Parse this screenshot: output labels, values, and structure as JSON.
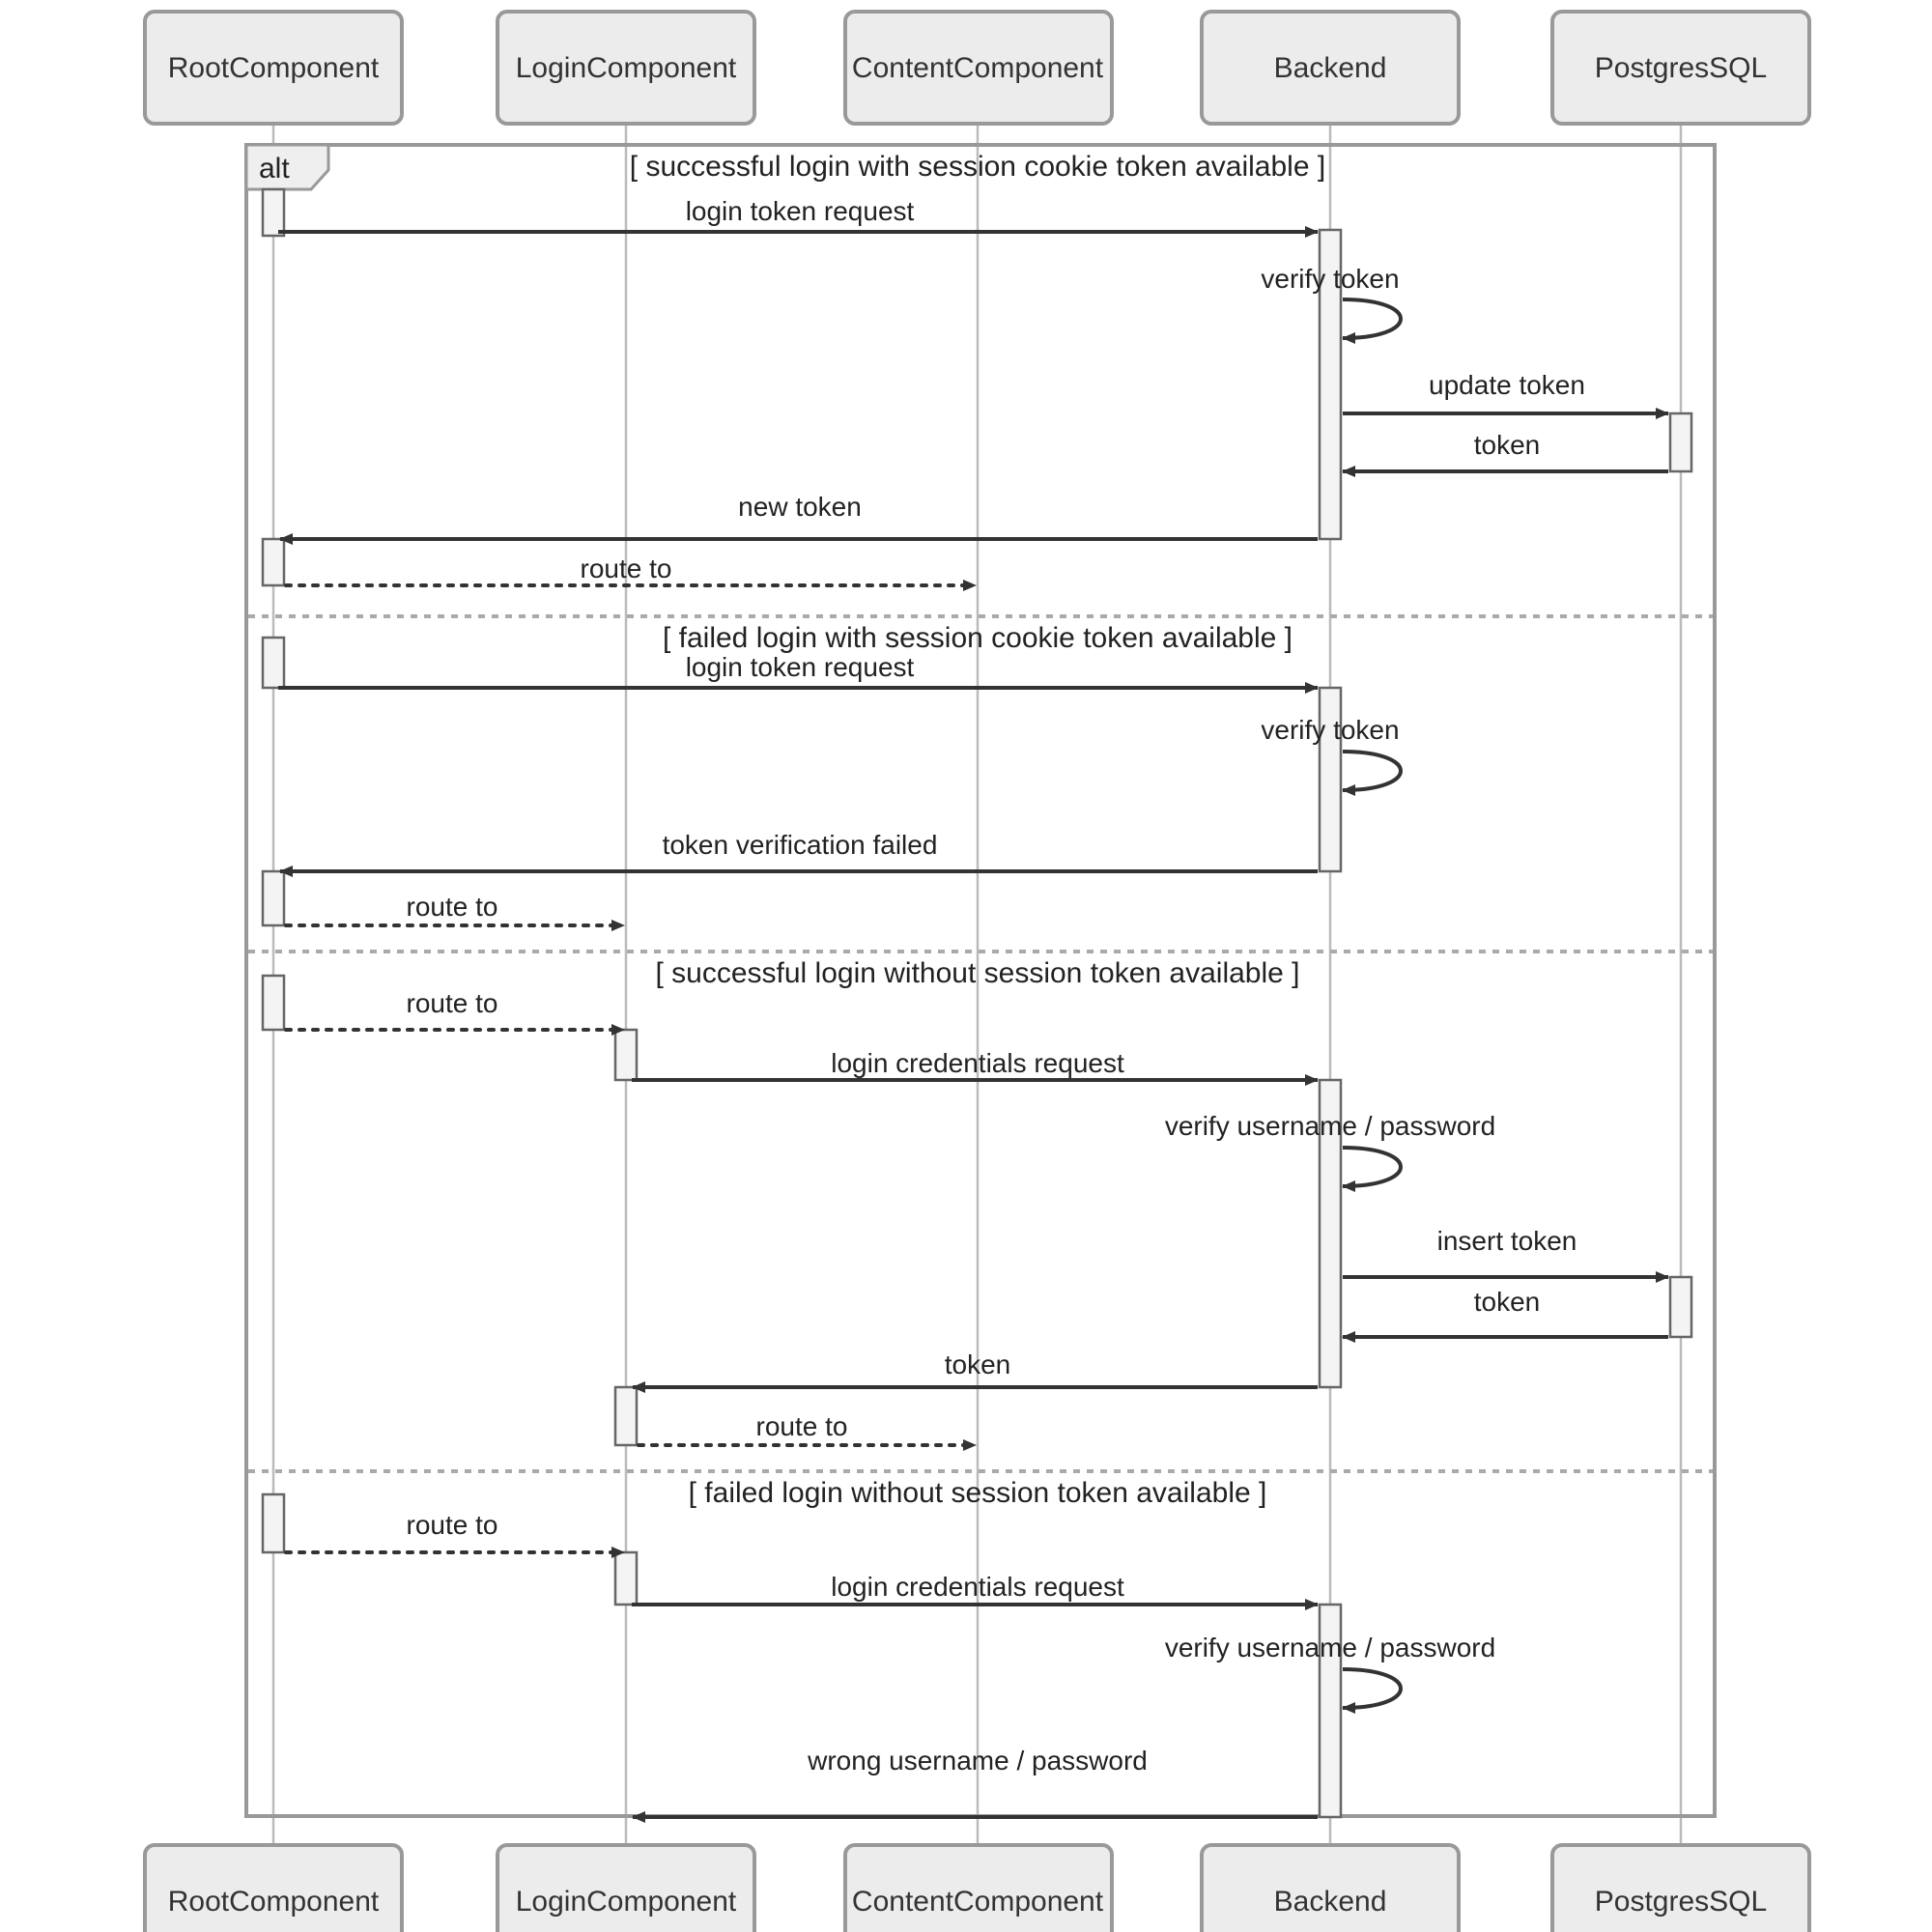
{
  "diagram": {
    "type": "uml-sequence-diagram",
    "fragment_keyword": "alt",
    "colors": {
      "participant_fill": "#ececec",
      "participant_stroke": "#999999",
      "lifeline": "#bbbbbb",
      "activation_fill": "#f4f4f4",
      "activation_stroke": "#666666",
      "message_line": "#333333",
      "frame_stroke": "#999999",
      "divider": "#aaaaaa",
      "text": "#222222"
    },
    "participants": [
      {
        "id": "root",
        "label": "RootComponent"
      },
      {
        "id": "login",
        "label": "LoginComponent"
      },
      {
        "id": "content",
        "label": "ContentComponent"
      },
      {
        "id": "backend",
        "label": "Backend"
      },
      {
        "id": "db",
        "label": "PostgresSQL"
      }
    ],
    "participants_bottom": [
      {
        "id": "root",
        "label": "RootComponent"
      },
      {
        "id": "login",
        "label": "LoginComponent"
      },
      {
        "id": "content",
        "label": "ContentComponent"
      },
      {
        "id": "backend",
        "label": "Backend"
      },
      {
        "id": "db",
        "label": "PostgresSQL"
      }
    ],
    "sections": [
      {
        "condition": "[ successful login with session cookie token available ]",
        "messages": [
          {
            "label": "login token request",
            "from": "root",
            "to": "backend",
            "style": "solid"
          },
          {
            "label": "verify token",
            "from": "backend",
            "to": "backend",
            "style": "self"
          },
          {
            "label": "update token",
            "from": "backend",
            "to": "db",
            "style": "solid"
          },
          {
            "label": "token",
            "from": "db",
            "to": "backend",
            "style": "solid"
          },
          {
            "label": "new token",
            "from": "backend",
            "to": "root",
            "style": "solid"
          },
          {
            "label": "route to",
            "from": "root",
            "to": "content",
            "style": "dotted"
          }
        ]
      },
      {
        "condition": "[ failed login with session cookie token available ]",
        "messages": [
          {
            "label": "login token request",
            "from": "root",
            "to": "backend",
            "style": "solid"
          },
          {
            "label": "verify token",
            "from": "backend",
            "to": "backend",
            "style": "self"
          },
          {
            "label": "token verification failed",
            "from": "backend",
            "to": "root",
            "style": "solid"
          },
          {
            "label": "route to",
            "from": "root",
            "to": "login",
            "style": "dotted"
          }
        ]
      },
      {
        "condition": "[ successful login without session token available ]",
        "messages": [
          {
            "label": "route to",
            "from": "root",
            "to": "login",
            "style": "dotted"
          },
          {
            "label": "login credentials request",
            "from": "login",
            "to": "backend",
            "style": "solid"
          },
          {
            "label": "verify username / password",
            "from": "backend",
            "to": "backend",
            "style": "self"
          },
          {
            "label": "insert token",
            "from": "backend",
            "to": "db",
            "style": "solid"
          },
          {
            "label": "token",
            "from": "db",
            "to": "backend",
            "style": "solid"
          },
          {
            "label": "token",
            "from": "backend",
            "to": "login",
            "style": "solid"
          },
          {
            "label": "route to",
            "from": "login",
            "to": "content",
            "style": "dotted"
          }
        ]
      },
      {
        "condition": "[ failed login without session token available ]",
        "messages": [
          {
            "label": "route to",
            "from": "root",
            "to": "login",
            "style": "dotted"
          },
          {
            "label": "login credentials request",
            "from": "login",
            "to": "backend",
            "style": "solid"
          },
          {
            "label": "verify username / password",
            "from": "backend",
            "to": "backend",
            "style": "self"
          },
          {
            "label": "wrong username / password",
            "from": "backend",
            "to": "login",
            "style": "solid"
          }
        ]
      }
    ]
  }
}
